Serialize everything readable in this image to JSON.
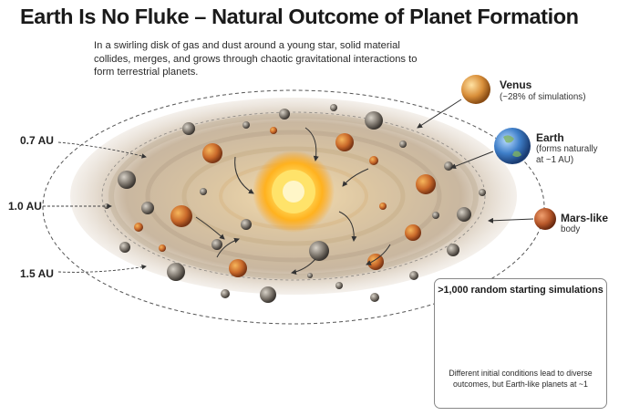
{
  "title": "Earth Is No Fluke – Natural Outcome of Planet Formation",
  "intro": "In a swirling disk of gas and dust around a young star, solid material collides, merges, and grows through chaotic gravitational interactions to form terrestrial planets.",
  "distance_labels": [
    "0.7 AU",
    "1.0 AU",
    "1.5 AU"
  ],
  "planets": {
    "venus": {
      "name": "Venus",
      "note": "(~28% of simulations)",
      "color": "#d98f3a"
    },
    "earth": {
      "name": "Earth",
      "note_line1": "(forms naturally",
      "note_line2": "at ~1 AU)",
      "color": "#3f7fc9"
    },
    "mars": {
      "name": "Mars-like",
      "note": "body",
      "color": "#b8582a"
    }
  },
  "simulations": {
    "title": ">1,000 random starting simulations",
    "description": "Different initial conditions lead to diverse outcomes, but Earth-like planets at ~1"
  },
  "colors": {
    "star": "#ffd23f",
    "disk": "#cbb89e",
    "ring_line": "#555555"
  }
}
